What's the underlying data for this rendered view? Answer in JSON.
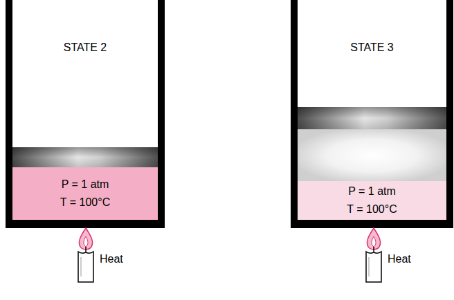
{
  "diagram": {
    "nodes": [
      {
        "text": [
          "STATE 2"
        ]
      },
      {
        "text": [
          "P = 1 atm",
          "T = 100°C"
        ],
        "in": 0
      },
      {
        "text": [
          "STATE 3"
        ]
      },
      {
        "text": [
          "P = 1 atm",
          "T = 100°C"
        ],
        "in": 2
      }
    ],
    "labels": [
      "Heat",
      "Heat"
    ]
  }
}
